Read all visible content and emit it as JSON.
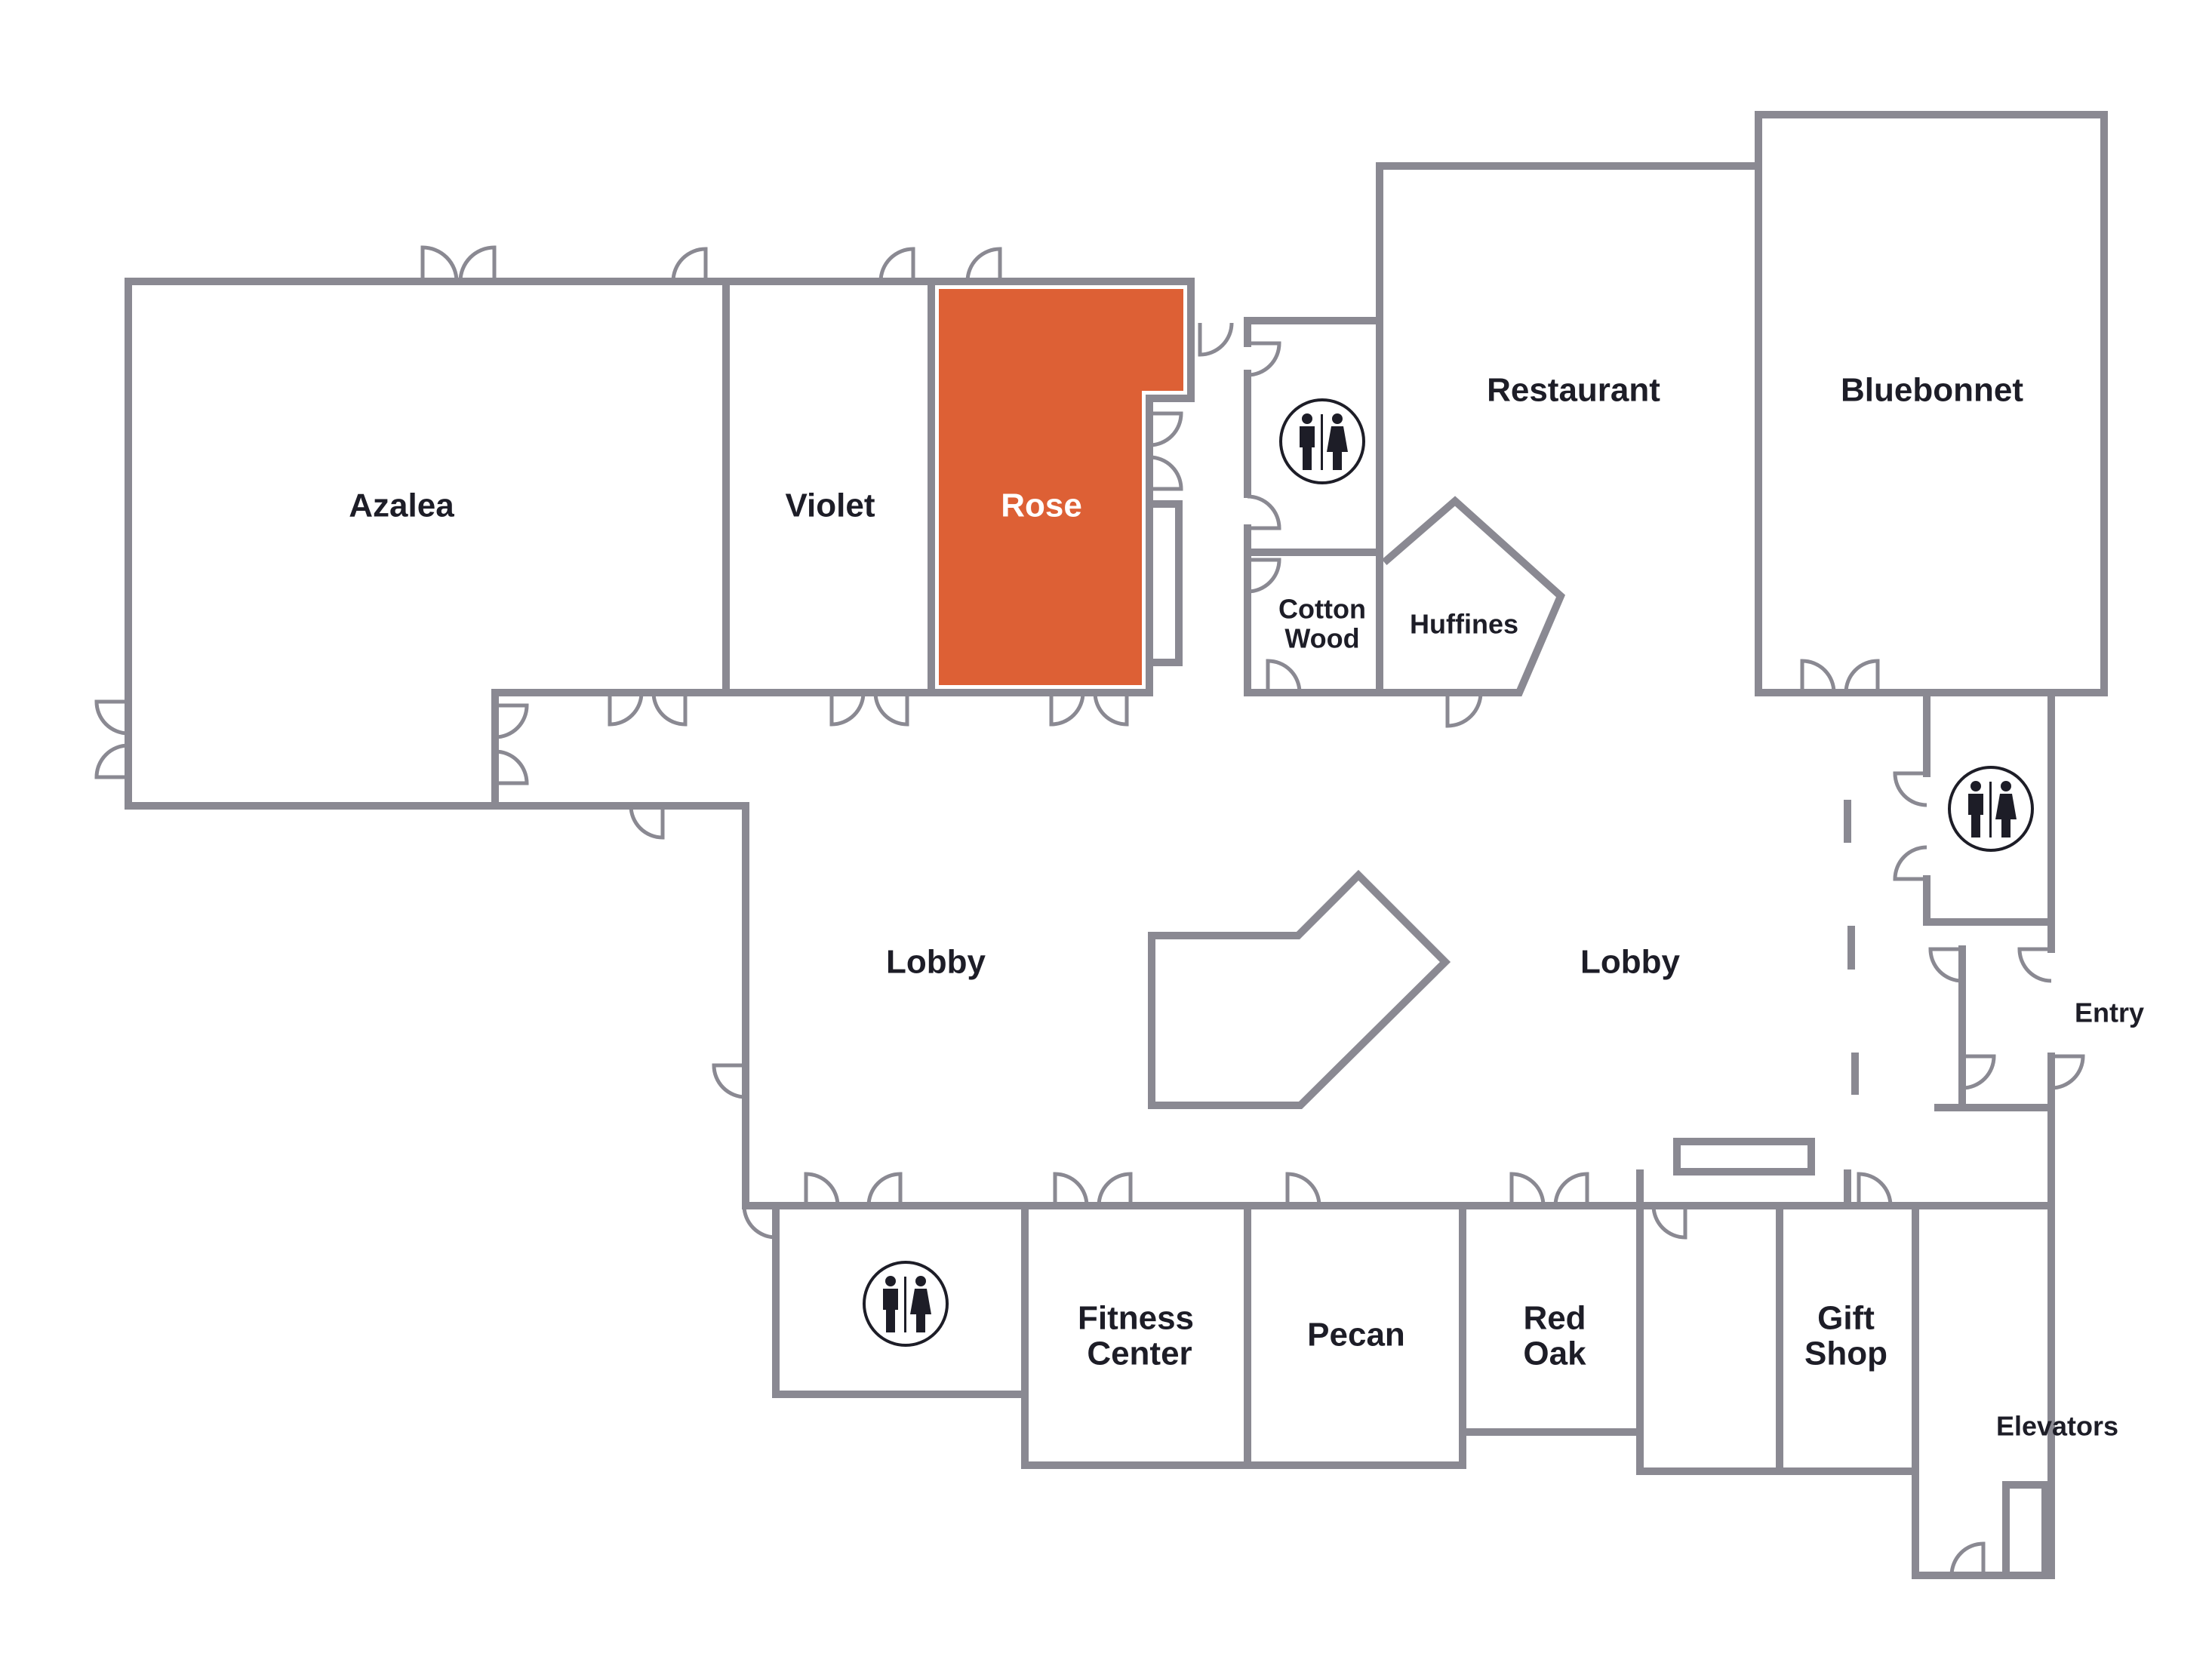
{
  "floor_plan": {
    "highlight_color": "#dd6035",
    "wall_color": "#8a8992",
    "label_color": "#1d1d27",
    "rooms": {
      "azalea": "Azalea",
      "violet": "Violet",
      "rose": "Rose",
      "restaurant": "Restaurant",
      "bluebonnet": "Bluebonnet",
      "cotton_wood": [
        "Cotton",
        "Wood"
      ],
      "huffines": "Huffines",
      "lobby_left": "Lobby",
      "lobby_right": "Lobby",
      "entry": "Entry",
      "fitness_center": [
        "Fitness",
        "Center"
      ],
      "pecan": "Pecan",
      "red_oak": [
        "Red",
        "Oak"
      ],
      "gift_shop": [
        "Gift",
        "Shop"
      ],
      "elevators": "Elevators"
    },
    "highlighted_room": "Rose",
    "icons": [
      "restroom-icon",
      "restroom-icon",
      "restroom-icon",
      "door-icon"
    ]
  }
}
